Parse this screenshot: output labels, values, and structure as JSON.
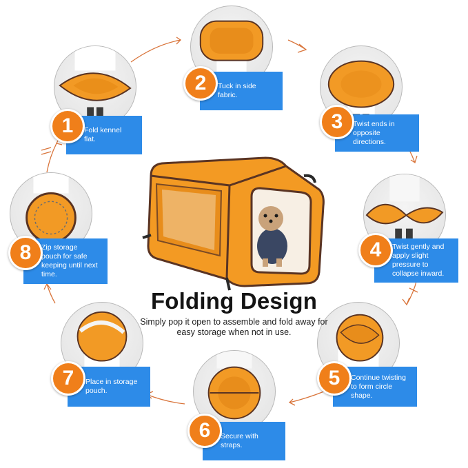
{
  "title": "Folding Design",
  "subtitle": "Simply pop it open to assemble and fold away for easy storage when not in use.",
  "colors": {
    "accent": "#f07f1a",
    "label_blue": "#2d8be8",
    "kennel_orange": "#f39a23",
    "trim_brown": "#5a3423"
  },
  "steps": [
    {
      "number": "1",
      "text": "Fold kennel\nflat."
    },
    {
      "number": "2",
      "text": "Tuck in side fabric."
    },
    {
      "number": "3",
      "text": "Twist ends in\nopposite directions."
    },
    {
      "number": "4",
      "text": "Twist gently and\napply slight\npressure to\ncollapse inward."
    },
    {
      "number": "5",
      "text": "Continue twisting\nto form circle\nshape."
    },
    {
      "number": "6",
      "text": "Secure with\nstraps."
    },
    {
      "number": "7",
      "text": "Place in storage\npouch."
    },
    {
      "number": "8",
      "text": "Zip storage\npouch for safe\nkeeping until next\ntime."
    }
  ]
}
